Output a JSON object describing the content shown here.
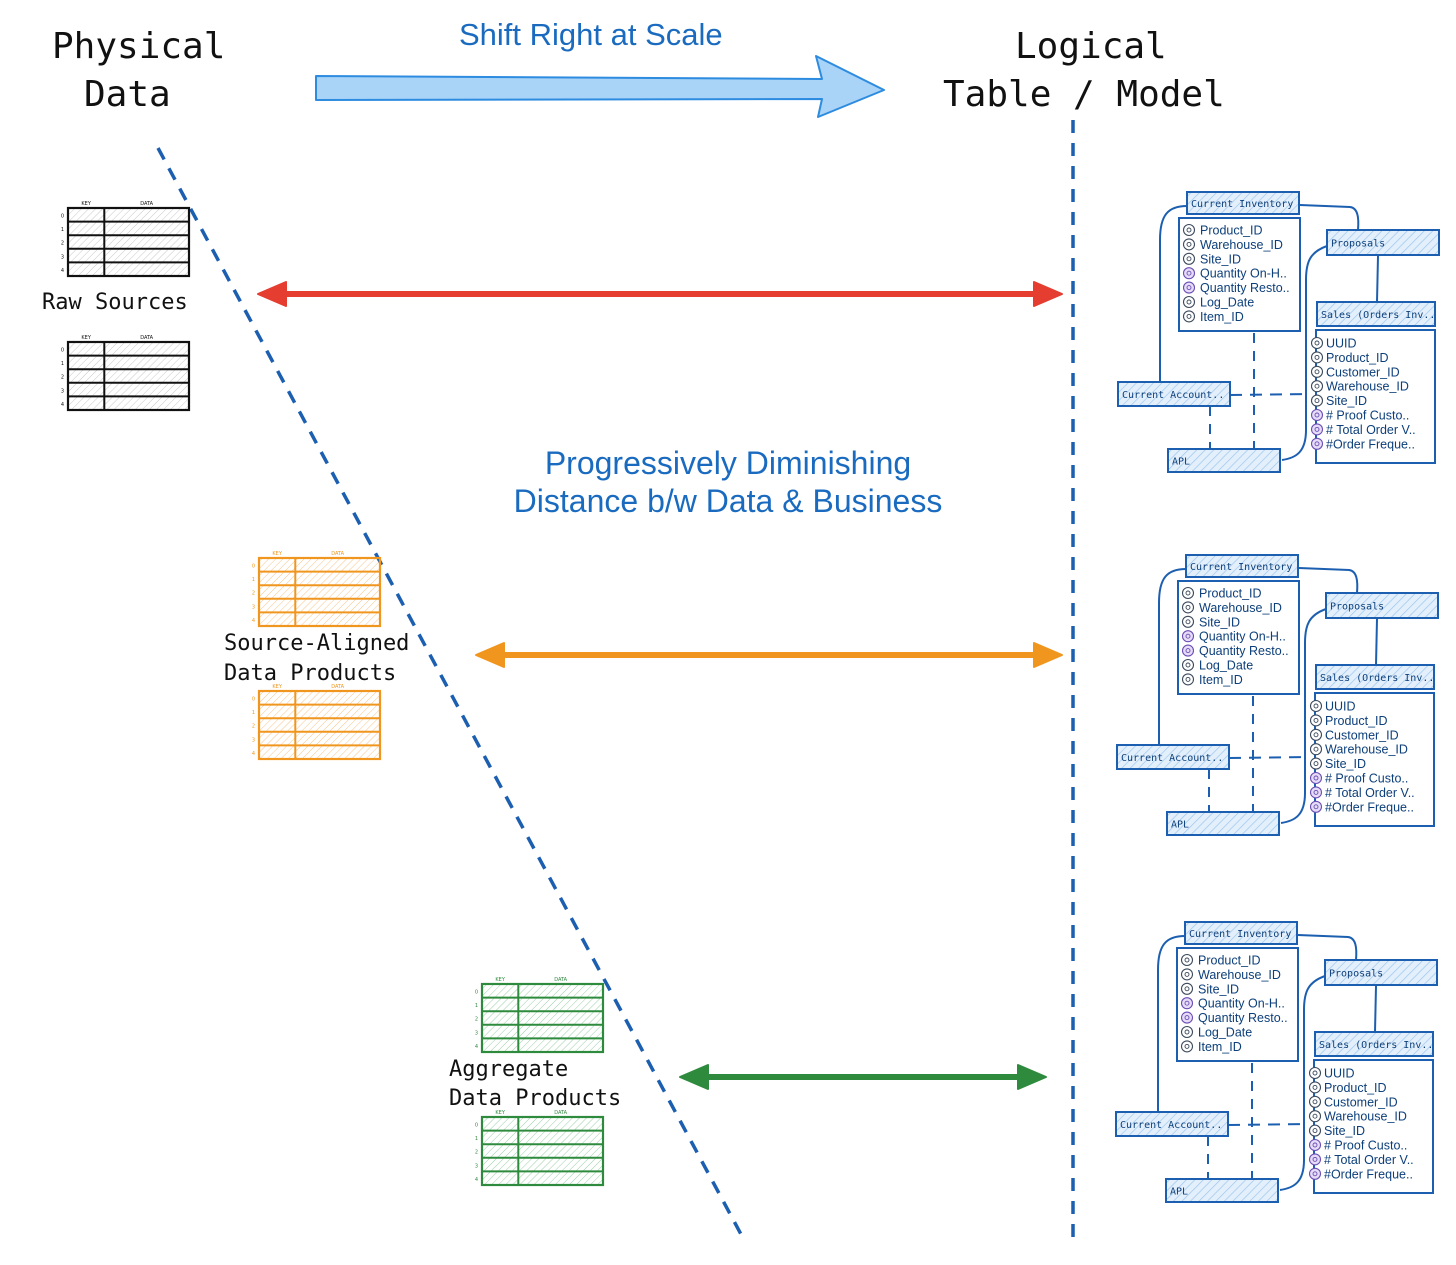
{
  "header": {
    "left_title_line1": "Physical",
    "left_title_line2": "Data",
    "right_title_line1": "Logical",
    "right_title_line2": "Table / Model",
    "shift_label": "Shift Right at Scale"
  },
  "center_text": {
    "line1": "Progressively Diminishing",
    "line2": "Distance b/w Data & Business"
  },
  "sources": [
    {
      "label_line1": "Raw Sources",
      "label_line2": "",
      "color": "#111111"
    },
    {
      "label_line1": "Source-Aligned",
      "label_line2": "Data Products",
      "color": "#f0961e"
    },
    {
      "label_line1": "Aggregate",
      "label_line2": "Data Products",
      "color": "#2e8b3e"
    }
  ],
  "table_icon": {
    "key_label": "KEY",
    "data_label": "DATA",
    "row_numbers": [
      "0",
      "1",
      "2",
      "3",
      "4"
    ]
  },
  "arrows": [
    {
      "color": "#e53d30"
    },
    {
      "color": "#f0961e"
    },
    {
      "color": "#2e8b3e"
    }
  ],
  "model": {
    "current_inventory": {
      "title": "Current Inventory",
      "fields": [
        "Product_ID",
        "Warehouse_ID",
        "Site_ID",
        "Quantity On-H..",
        "Quantity Resto..",
        "Log_Date",
        "Item_ID"
      ]
    },
    "proposals": {
      "title": "Proposals"
    },
    "sales_orders": {
      "title": "Sales (Orders Inv..",
      "fields": [
        "UUID",
        "Product_ID",
        "Customer_ID",
        "Warehouse_ID",
        "Site_ID",
        "# Proof Custo..",
        "# Total Order V..",
        "#Order Freque.."
      ]
    },
    "current_account": {
      "title": "Current Account.."
    },
    "apl": {
      "title": "APL"
    }
  },
  "colors": {
    "accent_blue": "#1a6bbf",
    "model_blue": "#1c5fb0",
    "header_fill": "#d6e9fb",
    "arrow_fill": "#a9d4f7"
  }
}
